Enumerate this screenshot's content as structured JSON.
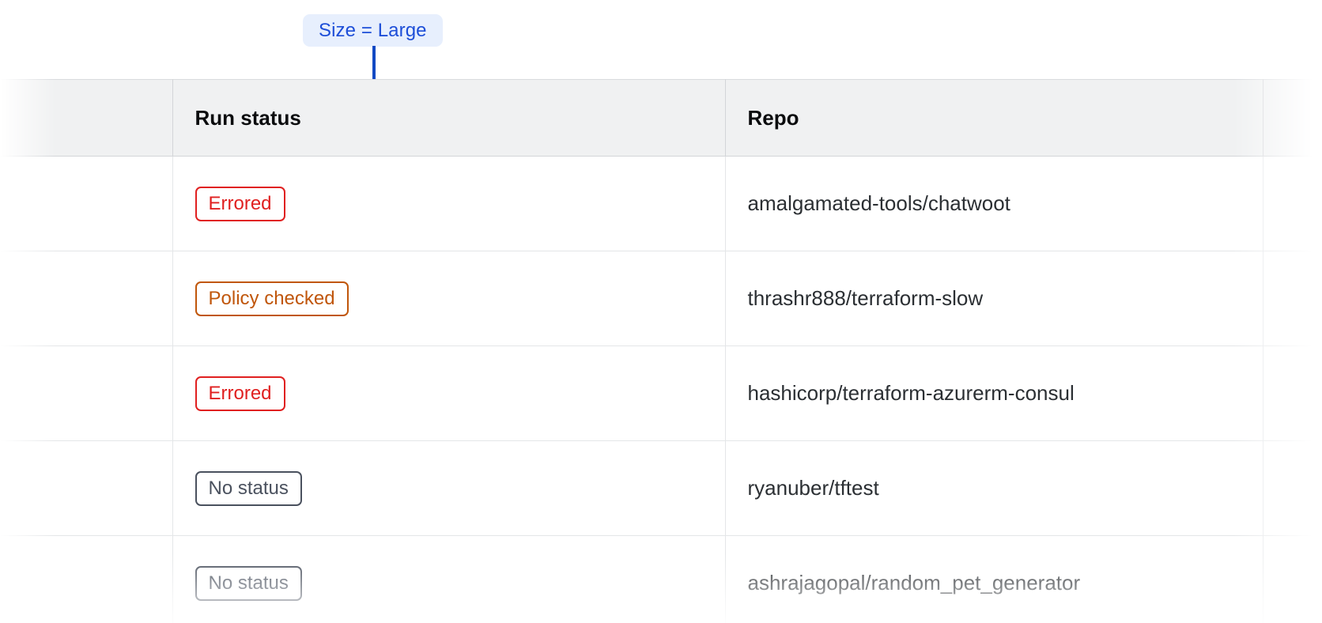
{
  "annotation": {
    "label": "Size = Large",
    "badge_bg": "#e7effd",
    "badge_fg": "#1d4ed8",
    "connector_color": "#1249c4"
  },
  "table": {
    "columns": [
      {
        "key": "select",
        "label": ""
      },
      {
        "key": "run_status",
        "label": "Run status"
      },
      {
        "key": "repo",
        "label": "Repo"
      },
      {
        "key": "overflow",
        "label": ""
      }
    ],
    "rows": [
      {
        "status": "Errored",
        "status_tone": "red",
        "repo": "amalgamated-tools/chatwoot"
      },
      {
        "status": "Policy checked",
        "status_tone": "orange",
        "repo": "thrashr888/terraform-slow"
      },
      {
        "status": "Errored",
        "status_tone": "red",
        "repo": "hashicorp/terraform-azurerm-consul"
      },
      {
        "status": "No status",
        "status_tone": "slate",
        "repo": "ryanuber/tftest"
      },
      {
        "status": "No status",
        "status_tone": "slate",
        "repo": "ashrajagopal/random_pet_generator"
      }
    ],
    "status_colors": {
      "red": "#e02020",
      "orange": "#c0560b",
      "slate": "#4a515e"
    },
    "header_bg": "#f0f1f2",
    "border_color": "#e4e6e8"
  }
}
